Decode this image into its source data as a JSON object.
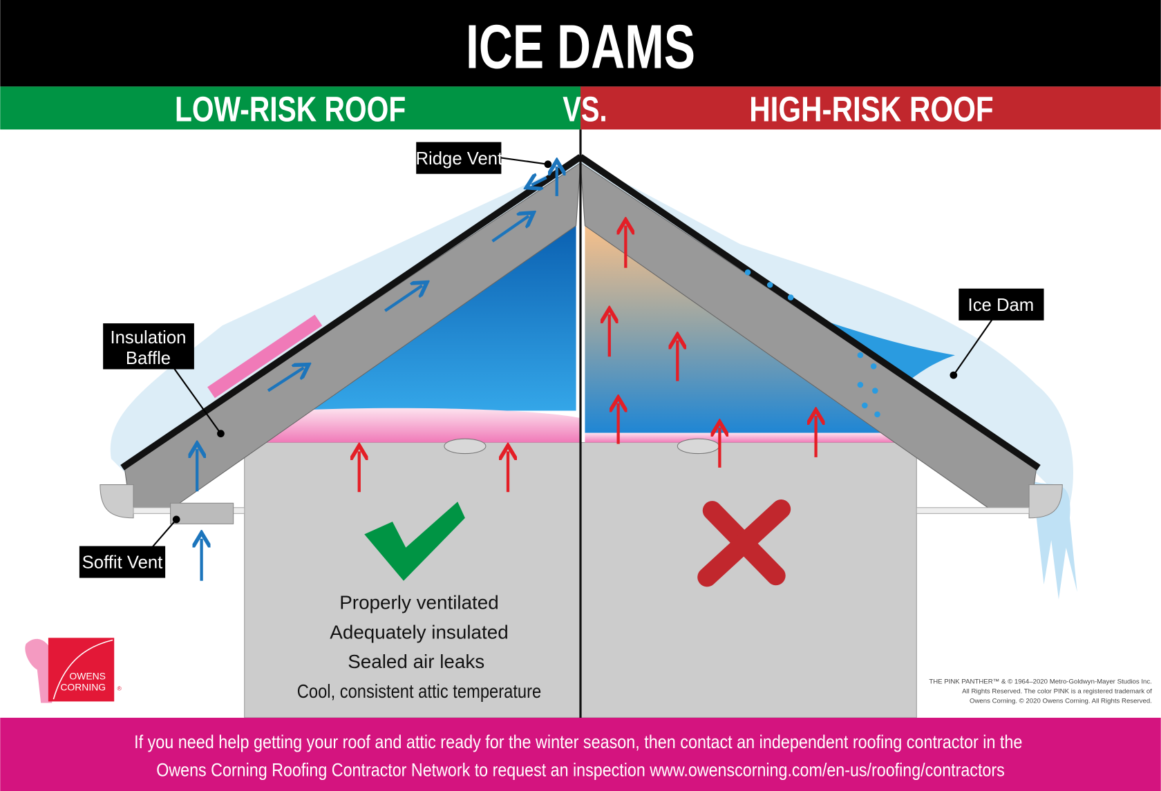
{
  "header": {
    "title": "ICE DAMS"
  },
  "banner": {
    "left": "LOW-RISK ROOF",
    "vs": "VS.",
    "right": "HIGH-RISK ROOF"
  },
  "labels": {
    "ridge_vent": "Ridge Vent",
    "insulation_baffle_1": "Insulation",
    "insulation_baffle_2": "Baffle",
    "soffit_vent": "Soffit Vent",
    "ice_dam": "Ice Dam"
  },
  "checklist": [
    "Properly ventilated",
    "Adequately insulated",
    "Sealed air leaks",
    "Cool, consistent attic temperature"
  ],
  "logo": {
    "line1": "OWENS",
    "line2": "CORNING",
    "mark": "®"
  },
  "copyright": [
    "THE PINK PANTHER™ & © 1964–2020 Metro-Goldwyn-Mayer Studios Inc.",
    "All Rights Reserved. The color PINK is a registered trademark of",
    "Owens Corning. © 2020 Owens Corning. All Rights Reserved."
  ],
  "footer": {
    "line1": "If you need help getting your roof and attic ready for the winter season, then contact an independent roofing contractor in the",
    "line2": "Owens Corning Roofing Contractor Network to request an inspection www.owenscorning.com/en-us/roofing/contractors"
  },
  "colors": {
    "black": "#000000",
    "green": "#009444",
    "red": "#c1272d",
    "magenta": "#d4147f",
    "pink": "#f07ab8",
    "snow": "#dcedf7",
    "ice": "#2a9be0"
  }
}
